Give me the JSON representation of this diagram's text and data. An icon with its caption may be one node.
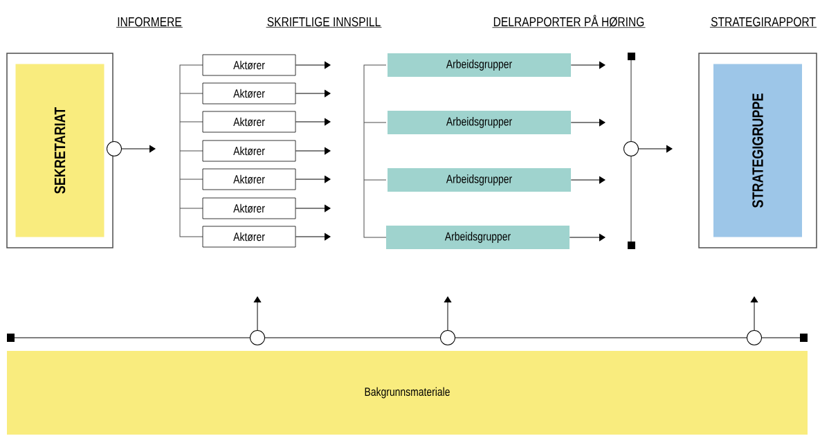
{
  "diagram": {
    "nodes": [
      {
        "text": [
          "SEKRETARIAT"
        ]
      },
      {
        "text": [],
        "shape": "circle"
      },
      {
        "text": [
          "Aktører"
        ]
      },
      {
        "text": [
          "Aktører"
        ]
      },
      {
        "text": [
          "Aktører"
        ]
      },
      {
        "text": [
          "Aktører"
        ]
      },
      {
        "text": [
          "Aktører"
        ]
      },
      {
        "text": [
          "Aktører"
        ]
      },
      {
        "text": [
          "Aktører"
        ]
      },
      {
        "text": [
          "Arbeidsgrupper"
        ]
      },
      {
        "text": [
          "Arbeidsgrupper"
        ]
      },
      {
        "text": [
          "Arbeidsgrupper"
        ]
      },
      {
        "text": [
          "Arbeidsgrupper"
        ]
      },
      {
        "text": [],
        "shape": "circle"
      },
      {
        "text": [
          "STRATEGIGRUPPE"
        ]
      },
      {
        "text": [],
        "shape": "circle"
      },
      {
        "text": [],
        "shape": "circle"
      },
      {
        "text": [],
        "shape": "circle"
      },
      {
        "text": [
          "Bakgrunnsmateriale"
        ]
      }
    ],
    "edges": [
      {
        "from": 1,
        "to": null,
        "arrow": "to"
      },
      {
        "from": 2,
        "to": null,
        "arrow": "to"
      },
      {
        "from": 3,
        "to": null,
        "arrow": "to"
      },
      {
        "from": 4,
        "to": null,
        "arrow": "to"
      },
      {
        "from": 5,
        "to": null,
        "arrow": "to"
      },
      {
        "from": 6,
        "to": null,
        "arrow": "to"
      },
      {
        "from": 7,
        "to": null,
        "arrow": "to"
      },
      {
        "from": 8,
        "to": null,
        "arrow": "to"
      },
      {
        "from": 9,
        "to": null,
        "arrow": "to"
      },
      {
        "from": 10,
        "to": null,
        "arrow": "to"
      },
      {
        "from": 11,
        "to": null,
        "arrow": "to"
      },
      {
        "from": 12,
        "to": null,
        "arrow": "to"
      },
      {
        "from": 13,
        "to": null,
        "arrow": "to"
      },
      {
        "from": 15,
        "to": null,
        "arrow": "to"
      },
      {
        "from": 16,
        "to": null,
        "arrow": "to"
      },
      {
        "from": 17,
        "to": null,
        "arrow": "to"
      }
    ],
    "labels": [
      "INFORMERE",
      "SKRIFTLIGE INNSPILL",
      "DELRAPPORTER PÅ HØRING",
      "STRATEGIRAPPORT"
    ]
  }
}
